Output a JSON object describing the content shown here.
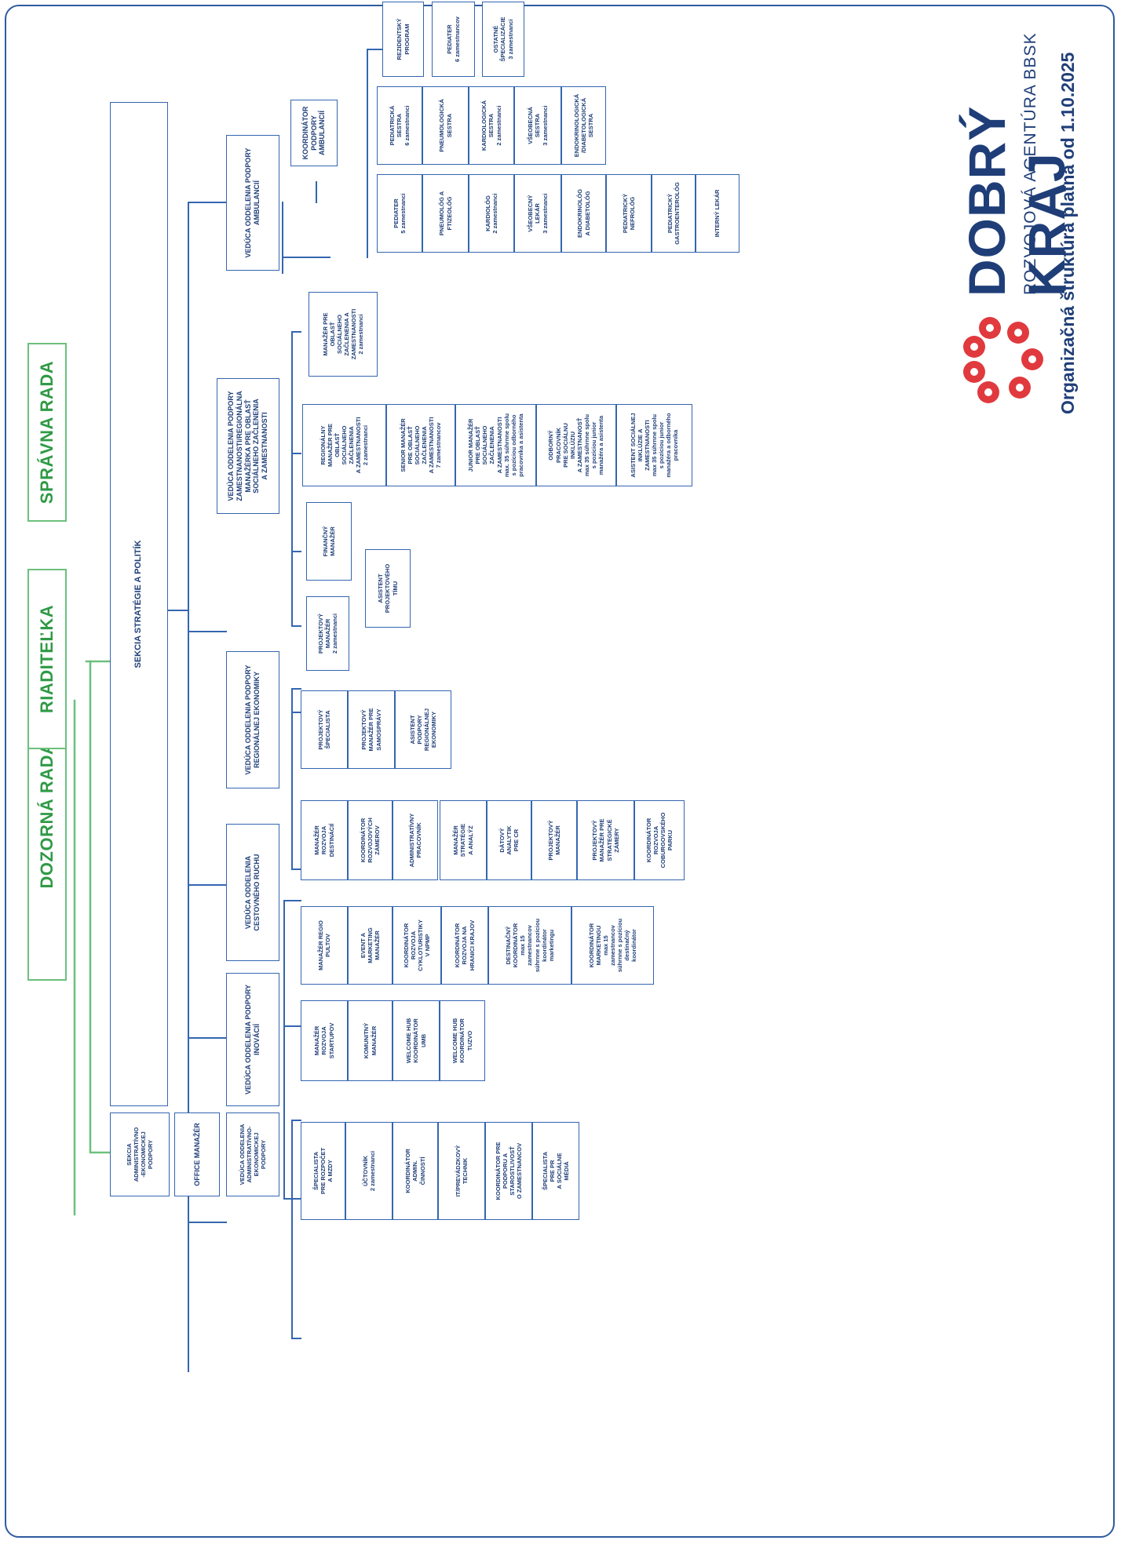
{
  "board": {
    "dozorna_rada": "DOZORNÁ RADA",
    "riaditelka": "RIADITEĽKA",
    "spravna_rada": "SPRÁVNA RADA"
  },
  "sections": {
    "admin_econ": "SEKCIA\nADMINISTRATÍVNO\n-EKONOMICKEJ\nPODPORY",
    "office_manager": "OFFICE MANAŽÉR",
    "strategy": "SEKCIA STRATÉGIE A POLITÍK"
  },
  "departments": {
    "admin_head": "VEDÚCA ODDELENIA\nADMINISTRATÍVNO-\nEKONOMICKEJ\nPODPORY",
    "innovation_head": "VEDÚCA ODDELENIA PODPORY\nINOVÁCIÍ",
    "tourism_head": "VEDÚCA ODDELENIA\nCESTOVNÉHO RUCHU",
    "regional_head": "VEDÚCA ODDELENIA PODPORY\nREGIONÁLNEJ EKONOMIKY",
    "employment_head": "VEDÚCA ODDELENIA PODPORY\nZAMESTNANOSTI/REGIONÁLNA\nMANAŽÉRKA PRE OBLASŤ\nSOCIÁLNEHO ZAČLENENIA\nA ZAMESTNANOSTI",
    "clinics_head": "VEDÚCA ODDELENIA PODPORY\nAMBULANCIÍ"
  },
  "admin_staff": [
    "ŠPECIALISTA\nPRE ROZPOČET\nA MZDY",
    "ÚČTOVNÍK\n2 zamestnanci",
    "KOORDINÁTOR\nADMIN.\nČINNOSTÍ",
    "IT/PREVÁDZKOVÝ\nTECHNIK",
    "KOORDINÁTOR PRE\nPODPORU A\nSTAROSTLIVOSŤ\nO ZAMESTNANCOV",
    "ŠPECIALISTA\nPRE PR\nA SOCIÁLNE\nMÉDIÁ"
  ],
  "innovation_staff": [
    "MANAŽÉR\nROZVOJA\nSTARTUPOV",
    "KOMUNITNÝ\nMANAŽÉR",
    "WELCOME HUB\nKOORDINÁTOR\nUMB",
    "WELCOME HUB\nKOORDINÁTOR\nTUZVO"
  ],
  "tourism_staff_lower": [
    "MANAŽÉR REGIO\nPULTOV",
    "EVENT A\nMARKETING\nMANAŽÉR",
    "KOORDINÁTOR\nROZVOJA\nCYKLOTURISTIKY\nV NPMP",
    "KOORDINÁTOR\nROZVOJA NA\nHRANICI KRAJOV",
    "DESTINAČNÝ\nKOORDINÁTOR\nmax 15\nzamestnancov\nsúhrnne s pozíciou\nkoordinátor\nmarketingu",
    "KOORDINÁTOR\nMARKETINGU\nmax 15\nzamestnancov\nsúhrnne s pozíciou\ndestinačný\nkoordinátor"
  ],
  "tourism_staff_upper_a": [
    "MANAŽÉR\nROZVOJA\nDESTINÁCIÍ",
    "KOORDINÁTOR\nROZVOJOVÝCH\nZÁMEROV",
    "ADMINISTRATÍVNY\nPRACOVNÍK"
  ],
  "tourism_staff_upper_b": [
    "MANAŽÉR\nSTRATÉGIE\nA ANALÝZ",
    "DÁTOVÝ\nANALYTIK\nPRE CR",
    "PROJEKTOVÝ\nMANAŽÉR",
    "PROJEKTOVÝ\nMANAŽÉR PRE\nSTRATEGICKÉ\nZÁMERY",
    "KOORDINÁTOR\nROZVOJA\nCOBURGOVSKÉHO\nPARKU"
  ],
  "regional_staff": [
    "PROJEKTOVÝ\nŠPECIALISTA",
    "PROJEKTOVÝ\nMANAŽÉR PRE\nSAMOSPRÁVY",
    "ASISTENT\nPODPORY\nREGIONÁLNEJ\nEKONOMIKY"
  ],
  "project_staff": {
    "project_manager": "PROJEKTOVÝ\nMANAŽÉR\n2 zamestnanci",
    "financial_manager": "FINANČNÝ\nMANAŽÉR",
    "project_assistant": "ASISTENT\nPROJEKTOVÉHO\nTÍMU"
  },
  "employment_staff": {
    "area_manager": "MANAŽÉR PRE\nOBLASŤ\nSOCIÁLNEHO\nZAČLENENIA A\nZAMESTNANOSTI\n2 zamestnanci",
    "team": [
      "REGIONÁLNY\nMANAŽÉR PRE\nOBLASŤ\nSOCIÁLNEHO\nZAČLENENIA\nA ZAMESTNANOSTI\n2 zamestnanci",
      "SENIOR MANAŽÉR\nPRE OBLASŤ\nSOCIÁLNEHO\nZAČLENENIA\nA ZAMESTNANOSTI\n7 zamestnancov",
      "JUNIOR MANAŽÉR\nPRE OBLASŤ\nSOCIÁLNEHO\nZAČLENENIA\nA ZAMESTNANOSTI\nmax. 35 súhrnne spolu\ns pozíciou odborného\npracovníka a asistenta",
      "ODBORNÝ\nPRACOVNÍK\nPRE SOCIÁLNU\nINKLÚZIU\nA ZAMESTNANOSŤ\nmax 35 súhrnne spolu\ns pozíciou junior\nmanažéra a asistenta",
      "ASISTENT SOCIÁLNEJ\nINKLÚZIE A\nZAMESTNANOSTI\nmax 35 súhrnne spolu\ns pozíciou junior\nmanažéra a odborného\npracovníka"
    ]
  },
  "clinics_staff": {
    "coordinator": "KOORDINÁTOR\nPODPORY\nAMBULANCIÍ",
    "doctors": [
      "PEDIATER\n5 zamestnanci",
      "PNEUMOLÓG A\nFTIZEOLÓG",
      "KARDIOLÓG\n2 zamestnanci",
      "VŠEOBECNÝ\nLEKÁR\n3 zamestnanci",
      "ENDOKRINOLÓG\nA DIABETOLÓG",
      "PEDIATRICKÝ\nNEFROLÓG",
      "PEDIATRICKÝ\nGASTROENTEROLÓG",
      "INTERNÝ LEKÁR"
    ],
    "nurses": [
      "PEDIATRICKÁ\nSESTRA\n6 zamestnanci",
      "PNEUMOLOGICKÁ\nSESTRA",
      "KARDIOLOGICKÁ\nSESTRA\n2 zamestnanci",
      "VŠEOBECNÁ\nSESTRA\n3 zamestnanci",
      "ENDOKRINOLOGICKÁ\n/DIABETOLOGICKÁ\nSESTRA"
    ],
    "program": [
      "REZIDENTSKÝ\nPROGRAM",
      "PEDIATER\n6 zamestnancov",
      "OSTATNÉ\nŠPECIALIZÁCIE\n3 zamestnanci"
    ]
  },
  "brand": {
    "name": "DOBRÝ KRAJ",
    "subtitle": "ROZVOJOVÁ AGENTÚRA BBSK",
    "note": "Organizačná štruktúra platná od 1.10.2025"
  },
  "colors": {
    "blue": "#3466b0",
    "green": "#6cc07c",
    "logo_red": "#e03a3e"
  }
}
